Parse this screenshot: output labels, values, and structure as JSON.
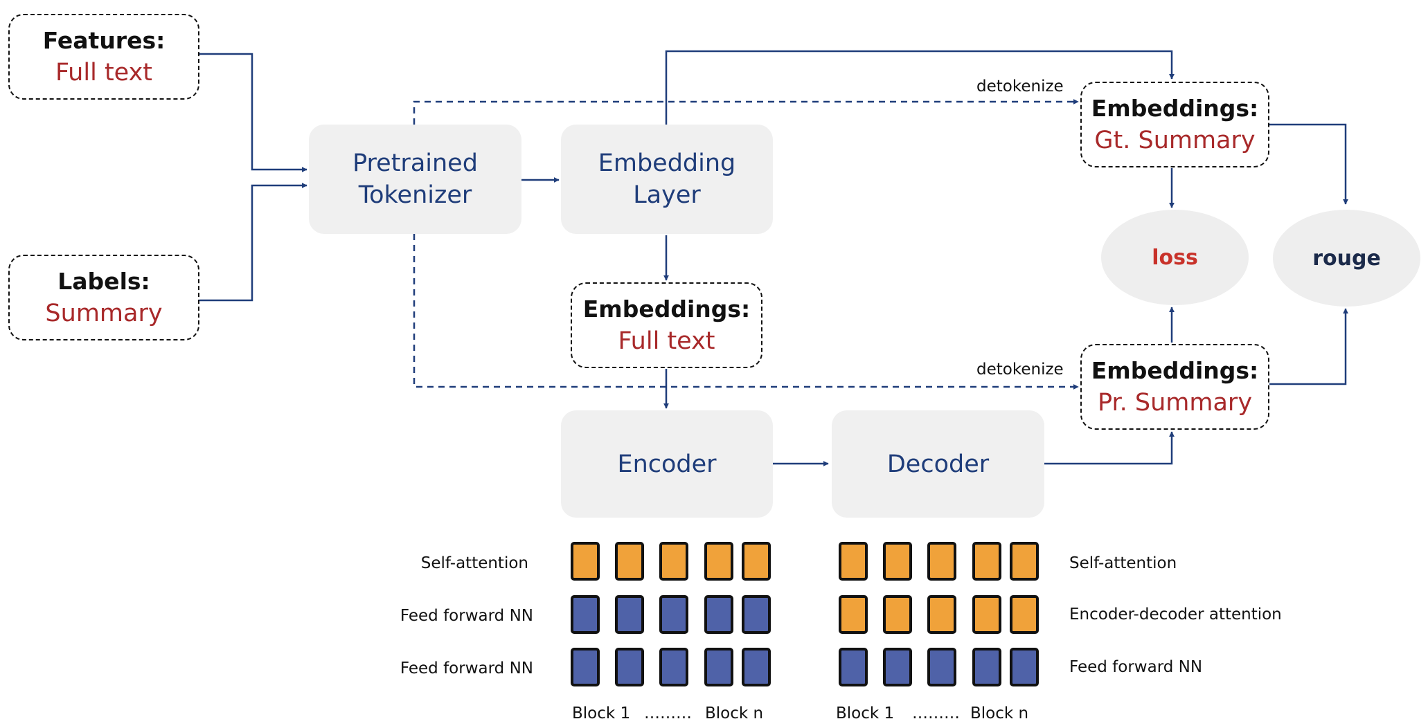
{
  "inputs": {
    "features": {
      "title": "Features:",
      "value": "Full text"
    },
    "labels": {
      "title": "Labels:",
      "value": "Summary"
    }
  },
  "processes": {
    "tokenizer": {
      "line1": "Pretrained",
      "line2": "Tokenizer"
    },
    "embedding_layer": {
      "line1": "Embedding",
      "line2": "Layer"
    },
    "encoder": "Encoder",
    "decoder": "Decoder"
  },
  "embeddings": {
    "full_text": {
      "title": "Embeddings:",
      "value": "Full text"
    },
    "gt_summary": {
      "title": "Embeddings:",
      "value": "Gt. Summary"
    },
    "pr_summary": {
      "title": "Embeddings:",
      "value": "Pr. Summary"
    }
  },
  "metrics": {
    "loss": "loss",
    "rouge": "rouge"
  },
  "edge_labels": {
    "detokenize_top": "detokenize",
    "detokenize_bottom": "detokenize"
  },
  "encoder_stack": {
    "rows": [
      {
        "label": "Self-attention",
        "kind": "attention"
      },
      {
        "label": "Feed forward NN",
        "kind": "ffn"
      },
      {
        "label": "Feed forward NN",
        "kind": "ffn"
      }
    ],
    "block_first": "Block 1",
    "block_ellipsis": "………",
    "block_last": "Block n"
  },
  "decoder_stack": {
    "rows": [
      {
        "label": "Self-attention",
        "kind": "attention"
      },
      {
        "label": "Encoder-decoder attention",
        "kind": "attention"
      },
      {
        "label": "Feed forward NN",
        "kind": "ffn"
      }
    ],
    "block_first": "Block 1",
    "block_ellipsis": "………",
    "block_last": "Block n"
  },
  "colors": {
    "arrow": "#1f3d7a",
    "attention_block": "#f0a23a",
    "ffn_block": "#4f62a8",
    "block_border": "#111111",
    "accent_red": "#a8292a",
    "loss_red": "#c8322a"
  },
  "icons": {
    "arrowhead": "arrowhead-icon"
  }
}
